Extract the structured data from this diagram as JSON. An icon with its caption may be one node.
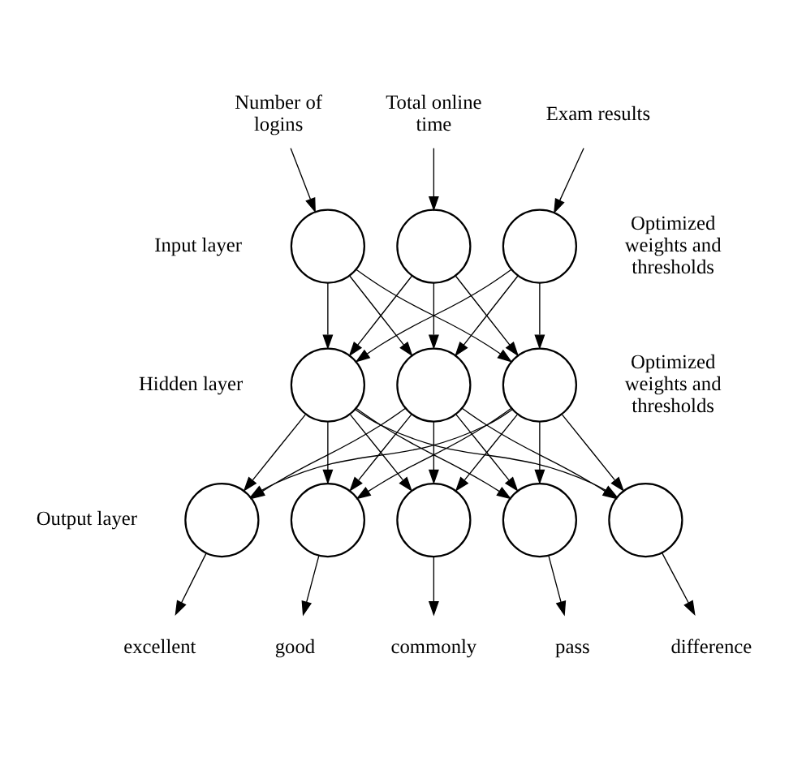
{
  "diagram": {
    "nodes": [
      {
        "text": [
          "Number of logins"
        ]
      },
      {
        "text": [
          "Total online time"
        ]
      },
      {
        "text": [
          "Exam results"
        ]
      },
      {
        "text": [],
        "shape": "circle"
      },
      {
        "text": [],
        "shape": "circle"
      },
      {
        "text": [],
        "shape": "circle"
      },
      {
        "text": [],
        "shape": "circle"
      },
      {
        "text": [],
        "shape": "circle"
      },
      {
        "text": [],
        "shape": "circle"
      },
      {
        "text": [],
        "shape": "circle"
      },
      {
        "text": [],
        "shape": "circle"
      },
      {
        "text": [],
        "shape": "circle"
      },
      {
        "text": [],
        "shape": "circle"
      },
      {
        "text": [],
        "shape": "circle"
      },
      {
        "text": [
          "excellent"
        ]
      },
      {
        "text": [
          "good"
        ]
      },
      {
        "text": [
          "commonly"
        ]
      },
      {
        "text": [
          "pass"
        ]
      },
      {
        "text": [
          "difference"
        ]
      }
    ],
    "edges": [
      {
        "from": 0,
        "to": 3,
        "arrow": "to"
      },
      {
        "from": 1,
        "to": 4,
        "arrow": "to"
      },
      {
        "from": 2,
        "to": 5,
        "arrow": "to"
      },
      {
        "from": 3,
        "to": 6,
        "arrow": "to"
      },
      {
        "from": 3,
        "to": 7,
        "arrow": "to"
      },
      {
        "from": 3,
        "to": 8,
        "arrow": "to"
      },
      {
        "from": 4,
        "to": 6,
        "arrow": "to"
      },
      {
        "from": 4,
        "to": 7,
        "arrow": "to"
      },
      {
        "from": 4,
        "to": 8,
        "arrow": "to"
      },
      {
        "from": 5,
        "to": 6,
        "arrow": "to"
      },
      {
        "from": 5,
        "to": 7,
        "arrow": "to"
      },
      {
        "from": 5,
        "to": 8,
        "arrow": "to"
      },
      {
        "from": 6,
        "to": 9,
        "arrow": "to"
      },
      {
        "from": 6,
        "to": 10,
        "arrow": "to"
      },
      {
        "from": 6,
        "to": 11,
        "arrow": "to"
      },
      {
        "from": 6,
        "to": 12,
        "arrow": "to"
      },
      {
        "from": 6,
        "to": 13,
        "arrow": "to"
      },
      {
        "from": 7,
        "to": 9,
        "arrow": "to"
      },
      {
        "from": 7,
        "to": 10,
        "arrow": "to"
      },
      {
        "from": 7,
        "to": 11,
        "arrow": "to"
      },
      {
        "from": 7,
        "to": 12,
        "arrow": "to"
      },
      {
        "from": 7,
        "to": 13,
        "arrow": "to"
      },
      {
        "from": 8,
        "to": 9,
        "arrow": "to"
      },
      {
        "from": 8,
        "to": 10,
        "arrow": "to"
      },
      {
        "from": 8,
        "to": 11,
        "arrow": "to"
      },
      {
        "from": 8,
        "to": 12,
        "arrow": "to"
      },
      {
        "from": 8,
        "to": 13,
        "arrow": "to"
      },
      {
        "from": 9,
        "to": 14,
        "arrow": "to"
      },
      {
        "from": 10,
        "to": 15,
        "arrow": "to"
      },
      {
        "from": 11,
        "to": 16,
        "arrow": "to"
      },
      {
        "from": 12,
        "to": 17,
        "arrow": "to"
      },
      {
        "from": 13,
        "to": 18,
        "arrow": "to"
      }
    ],
    "labels": [
      "Input layer",
      "Optimized weights and thresholds",
      "Hidden layer",
      "Optimized weights and thresholds",
      "Output layer"
    ]
  }
}
